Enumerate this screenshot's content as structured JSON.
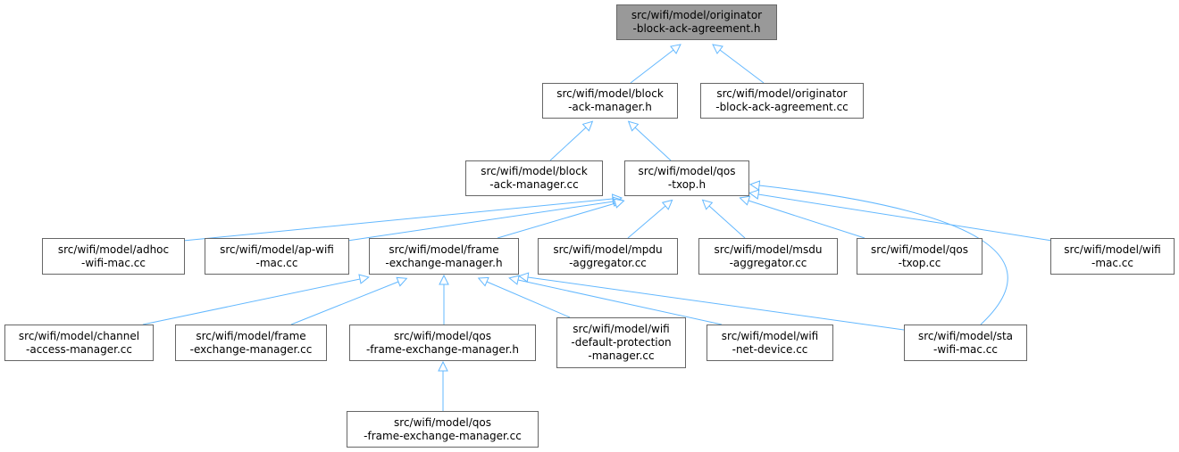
{
  "colors": {
    "edge": "#63b8ff",
    "border": "#666666",
    "root_fill": "#999999"
  },
  "nodes": [
    {
      "id": "n0",
      "lines": [
        "src/wifi/model/originator",
        "-block-ack-agreement.h"
      ]
    },
    {
      "id": "n1",
      "lines": [
        "src/wifi/model/block",
        "-ack-manager.h"
      ]
    },
    {
      "id": "n2",
      "lines": [
        "src/wifi/model/originator",
        "-block-ack-agreement.cc"
      ]
    },
    {
      "id": "n3",
      "lines": [
        "src/wifi/model/block",
        "-ack-manager.cc"
      ]
    },
    {
      "id": "n4",
      "lines": [
        "src/wifi/model/qos",
        "-txop.h"
      ]
    },
    {
      "id": "n5",
      "lines": [
        "src/wifi/model/adhoc",
        "-wifi-mac.cc"
      ]
    },
    {
      "id": "n6",
      "lines": [
        "src/wifi/model/ap-wifi",
        "-mac.cc"
      ]
    },
    {
      "id": "n7",
      "lines": [
        "src/wifi/model/frame",
        "-exchange-manager.h"
      ]
    },
    {
      "id": "n8",
      "lines": [
        "src/wifi/model/mpdu",
        "-aggregator.cc"
      ]
    },
    {
      "id": "n9",
      "lines": [
        "src/wifi/model/msdu",
        "-aggregator.cc"
      ]
    },
    {
      "id": "n10",
      "lines": [
        "src/wifi/model/qos",
        "-txop.cc"
      ]
    },
    {
      "id": "n11",
      "lines": [
        "src/wifi/model/wifi",
        "-mac.cc"
      ]
    },
    {
      "id": "n12",
      "lines": [
        "src/wifi/model/channel",
        "-access-manager.cc"
      ]
    },
    {
      "id": "n13",
      "lines": [
        "src/wifi/model/frame",
        "-exchange-manager.cc"
      ]
    },
    {
      "id": "n14",
      "lines": [
        "src/wifi/model/qos",
        "-frame-exchange-manager.h"
      ]
    },
    {
      "id": "n15",
      "lines": [
        "src/wifi/model/wifi",
        "-default-protection",
        "-manager.cc"
      ]
    },
    {
      "id": "n16",
      "lines": [
        "src/wifi/model/wifi",
        "-net-device.cc"
      ]
    },
    {
      "id": "n17",
      "lines": [
        "src/wifi/model/sta",
        "-wifi-mac.cc"
      ]
    },
    {
      "id": "n18",
      "lines": [
        "src/wifi/model/qos",
        "-frame-exchange-manager.cc"
      ]
    }
  ],
  "edges": [
    {
      "from": "n1",
      "to": "n0"
    },
    {
      "from": "n2",
      "to": "n0"
    },
    {
      "from": "n3",
      "to": "n1"
    },
    {
      "from": "n4",
      "to": "n1"
    },
    {
      "from": "n5",
      "to": "n4"
    },
    {
      "from": "n6",
      "to": "n4"
    },
    {
      "from": "n7",
      "to": "n4"
    },
    {
      "from": "n8",
      "to": "n4"
    },
    {
      "from": "n9",
      "to": "n4"
    },
    {
      "from": "n10",
      "to": "n4"
    },
    {
      "from": "n11",
      "to": "n4"
    },
    {
      "from": "n17",
      "to": "n4"
    },
    {
      "from": "n12",
      "to": "n7"
    },
    {
      "from": "n13",
      "to": "n7"
    },
    {
      "from": "n14",
      "to": "n7"
    },
    {
      "from": "n15",
      "to": "n7"
    },
    {
      "from": "n16",
      "to": "n7"
    },
    {
      "from": "n17",
      "to": "n7"
    },
    {
      "from": "n18",
      "to": "n14"
    }
  ]
}
